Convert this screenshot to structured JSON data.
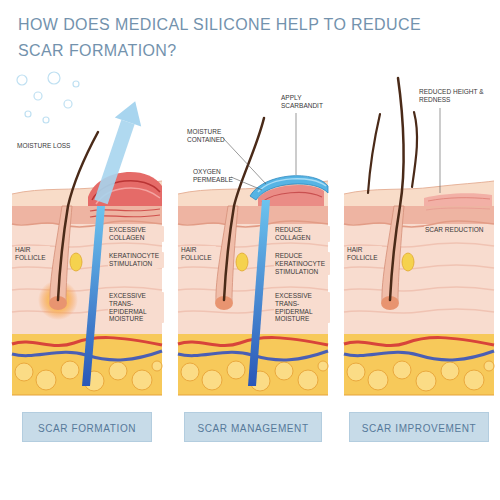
{
  "diagram": {
    "title": "HOW DOES MEDICAL SILICONE HELP TO REDUCE SCAR FORMATION?",
    "nodes": [
      {
        "text": [
          "SCAR FORMATION"
        ]
      },
      {
        "text": [
          "SCAR MANAGEMENT"
        ]
      },
      {
        "text": [
          "SCAR IMPROVEMENT"
        ]
      }
    ],
    "labels": [
      "MOISTURE LOSS",
      "EXCESSIVE COLLAGEN",
      "HAIR FOLLICLE",
      "KERATINOCYTE STIMULATION",
      "EXCESSIVE TRANS-EPIDERMAL MOISTURE",
      "APPLY SCARBANDIT",
      "MOISTURE CONTAINED",
      "OXYGEN PERMEABLE",
      "REDUCE COLLAGEN",
      "HAIR FOLLICLE",
      "REDUCE KERATINOCYTE STIMULATION",
      "EXCESSIVE TRANS-EPIDERMAL MOISTURE",
      "REDUCED HEIGHT & REDNESS",
      "SCAR REDUCTION",
      "HAIR FOLLICLE"
    ]
  }
}
